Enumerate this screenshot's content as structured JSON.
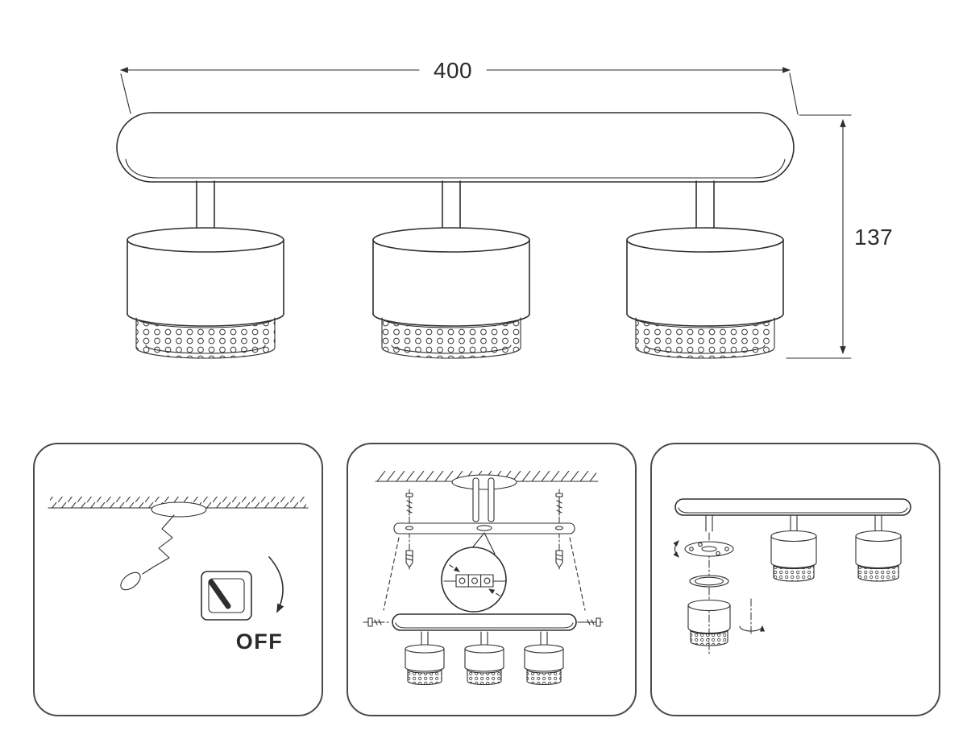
{
  "main_drawing": {
    "width_dimension_label": "400",
    "height_dimension_label": "137",
    "lamp_count": 3
  },
  "installation_steps": {
    "step_1": {
      "switch_label": "OFF"
    }
  },
  "colors": {
    "line": "#2e2e2e",
    "mesh_dot": "#3a3a3a",
    "panel_border": "#4a4a4a",
    "text": "#2b2b2b",
    "background": "#ffffff"
  },
  "icons": {
    "power_switch": "rocker-switch-shape",
    "turn_off_arrow": "curved-arrow",
    "wire_pull_tool": "zigzag-wire-with-loop",
    "screw": "side-view-screw",
    "wall_anchor": "ribbed-anchor",
    "rotate_arrow": "curved-double-arrow",
    "rotation_indicator": "loop-arrow-with-axis"
  }
}
